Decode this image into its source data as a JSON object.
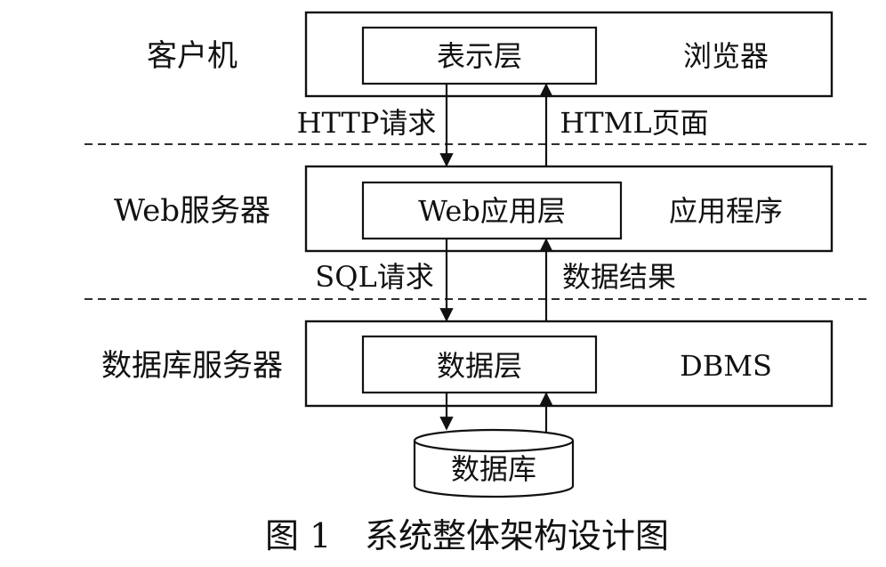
{
  "layers": [
    {
      "tier_label": "客户机",
      "inner_label": "表示层",
      "component_label": "浏览器"
    },
    {
      "tier_label": "Web服务器",
      "inner_label": "Web应用层",
      "component_label": "应用程序"
    },
    {
      "tier_label": "数据库服务器",
      "inner_label": "数据层",
      "component_label": "DBMS"
    }
  ],
  "connections": {
    "client_to_web_request": "HTTP请求",
    "web_to_client_response": "HTML页面",
    "web_to_db_request": "SQL请求",
    "db_to_web_response": "数据结果"
  },
  "database": {
    "label": "数据库"
  },
  "caption": {
    "figure_number": "图 1",
    "title": "系统整体架构设计图"
  }
}
